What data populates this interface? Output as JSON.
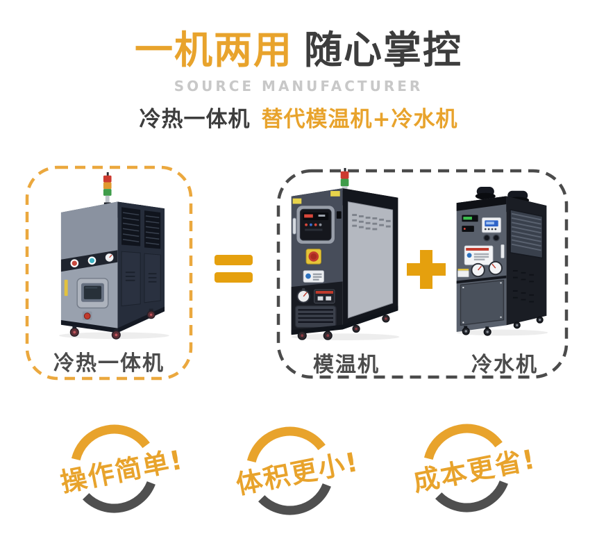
{
  "header": {
    "title_accent": "一机两用",
    "title_rest": "随心掌控",
    "subtitle": "SOURCE MANUFACTURER",
    "tagline_dark": "冷热一体机",
    "tagline_accent": "替代模温机+冷水机"
  },
  "comparison": {
    "combo_label": "冷热一体机",
    "equals_symbol": "=",
    "mold_label": "模温机",
    "plus_symbol": "+",
    "chiller_label": "冷水机"
  },
  "benefits": [
    {
      "label": "操作简单!"
    },
    {
      "label": "体积更小!"
    },
    {
      "label": "成本更省!"
    }
  ],
  "icons": {
    "equals-icon": "two rounded orange bars",
    "plus-icon": "orange plus cross",
    "signal-tower-icon": "red-yellow-green stack light",
    "badge-arc-icon": "orange top arc with dark bottom arc"
  },
  "colors": {
    "accent": "#E8A32C",
    "symbol_orange": "#E5A00E",
    "dash_orange": "#EBA83E",
    "dark": "#3D3D3D",
    "label_gray": "#4B4B4B",
    "dash_gray": "#4B4B4B",
    "arc_gray": "#4F4F4F",
    "subtitle_gray": "#C8C8C8"
  }
}
